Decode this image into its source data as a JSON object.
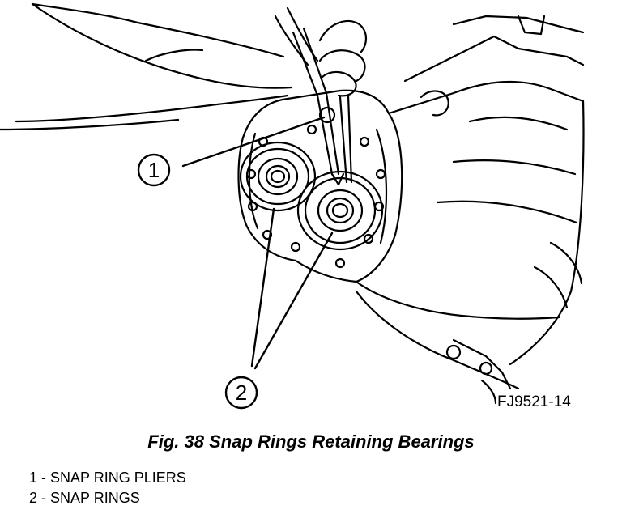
{
  "figure": {
    "caption": "Fig. 38 Snap Rings Retaining Bearings",
    "code": "FJ9521-14",
    "callouts": [
      {
        "number": "1"
      },
      {
        "number": "2"
      }
    ],
    "legend": [
      {
        "text": "1 - SNAP RING PLIERS"
      },
      {
        "text": "2 - SNAP RINGS"
      }
    ]
  }
}
